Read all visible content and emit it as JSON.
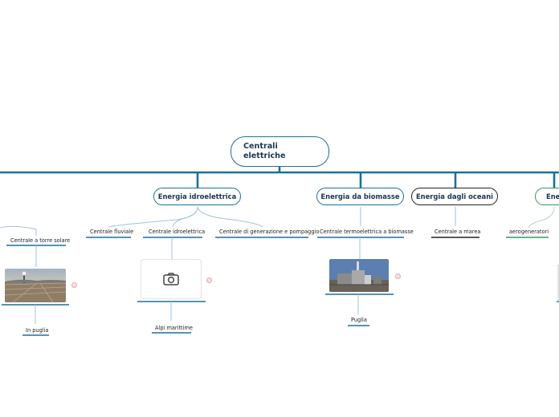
{
  "root": {
    "line1": "Centrali",
    "line2": "elettriche"
  },
  "branches": {
    "hydro": "Energia idroelettrica",
    "biomass": "Energia da biomasse",
    "ocean": "Energia dagli oceani",
    "wind_partial": "Ener"
  },
  "leaves": {
    "solar_tower": "Centrale a torre solare",
    "in_puglia": "In puglia",
    "river": "Centrale fluviale",
    "hydro_plant": "Centrale idroelettrica",
    "pumped": "Centrale di generazione e pompaggio",
    "alpi": "Alpi marittime",
    "biomass_plant": "Centrale termoelettrica a biomasse",
    "puglia": "Puglia",
    "tidal": "Centrale a marea",
    "wind_gen": "aerogeneratori"
  },
  "icons": {
    "camera": "camera-icon",
    "dot": "image-action-dot"
  },
  "colors": {
    "line": "#1d6f9e",
    "text": "#1b3550",
    "ocean": "#222222",
    "wind": "#2e9e5b"
  }
}
